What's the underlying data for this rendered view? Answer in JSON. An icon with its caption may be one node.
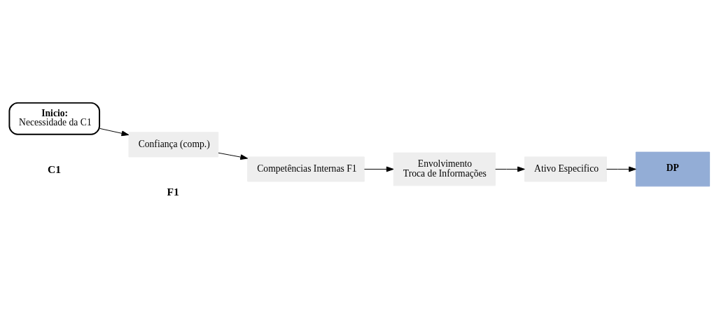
{
  "diagram": {
    "nodes": [
      {
        "text": [
          "Inicio:",
          "Necessidade da C1"
        ]
      },
      {
        "text": [
          "Confiança (comp.)"
        ]
      },
      {
        "text": [
          "Competências Internas F1"
        ]
      },
      {
        "text": [
          "Envolvimento",
          "Troca de Informações"
        ]
      },
      {
        "text": [
          "Ativo Especifico"
        ]
      },
      {
        "text": [
          "DP"
        ]
      }
    ],
    "edges": [
      {
        "from": 0,
        "to": 1,
        "arrow": "to"
      },
      {
        "from": 1,
        "to": 2,
        "arrow": "to"
      },
      {
        "from": 2,
        "to": 3,
        "arrow": "to"
      },
      {
        "from": 3,
        "to": 4,
        "arrow": "to"
      },
      {
        "from": 4,
        "to": 5,
        "arrow": "to"
      }
    ],
    "labels": [
      "C1",
      "F1"
    ]
  }
}
